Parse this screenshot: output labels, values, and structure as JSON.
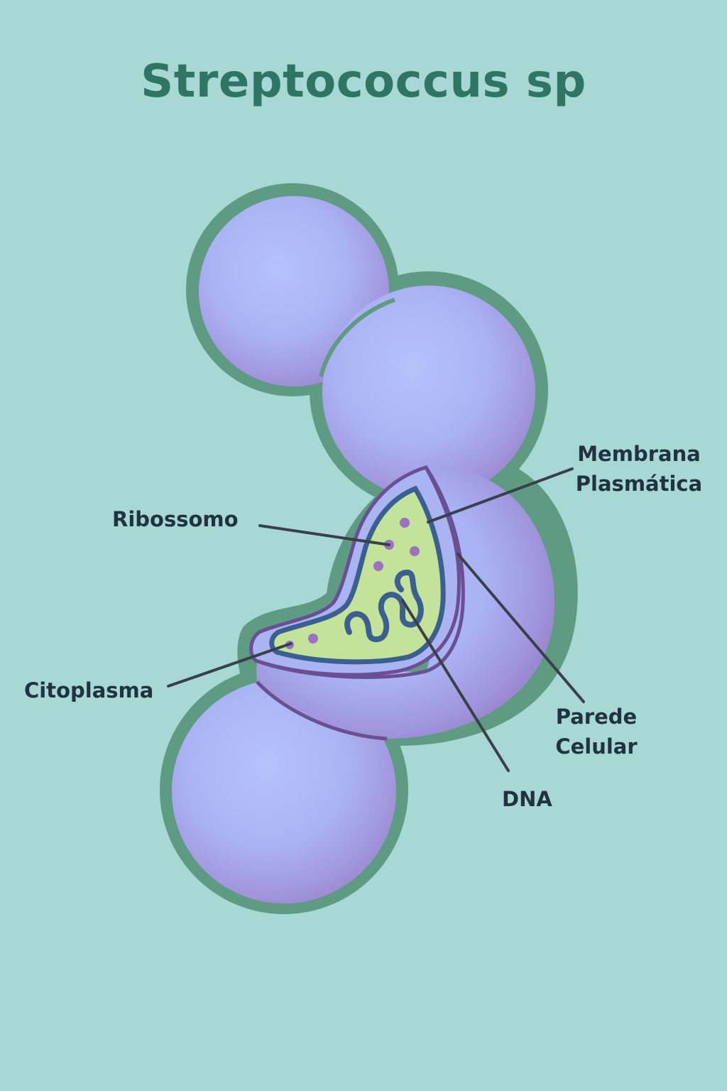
{
  "title": "Streptococcus sp",
  "labels": {
    "membrana": [
      "Membrana",
      "Plasmática"
    ],
    "ribossomo": "Ribossomo",
    "citoplasma": "Citoplasma",
    "parede": [
      "Parede",
      "Celular"
    ],
    "dna": "DNA"
  },
  "colors": {
    "background": "#a7d8d4",
    "title": "#2f7563",
    "capsule_outline": "#5f9a83",
    "cell_fill": "#b0bdf7",
    "cell_shade": "#9b8fd6",
    "wall_line": "#6b4f93",
    "membrane": "#3c5f92",
    "cytoplasm": "#c4e39a",
    "ribosome": "#9a72c0",
    "label_text": "#1f3340",
    "leader_line": "#3a4049"
  }
}
